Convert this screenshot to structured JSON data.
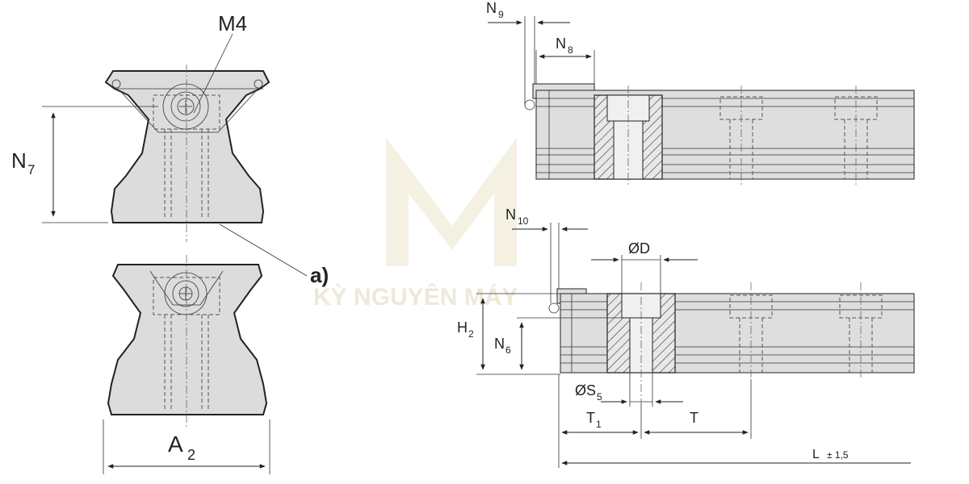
{
  "labels": {
    "m4": "M4",
    "n7": "N",
    "n7_sub": "7",
    "a2": "A",
    "a2_sub": "2",
    "a_callout": "a)",
    "n9": "N",
    "n9_sub": "9",
    "n8": "N",
    "n8_sub": "8",
    "n10": "N",
    "n10_sub": "10",
    "od": "ØD",
    "h2": "H",
    "h2_sub": "2",
    "n6": "N",
    "n6_sub": "6",
    "os5": "ØS",
    "os5_sub": "5",
    "t1": "T",
    "t1_sub": "1",
    "t": "T",
    "l": "L",
    "l_tol": "± 1,5"
  },
  "watermark": {
    "text": "KỲ NGUYÊN MÁY",
    "color": "#d8cfa8"
  },
  "colors": {
    "body_fill": "#dcdcdc",
    "outline": "#222222",
    "background": "#ffffff"
  }
}
